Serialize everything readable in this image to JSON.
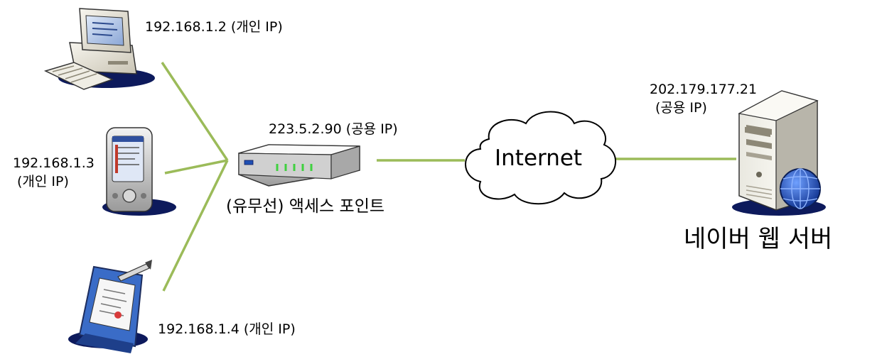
{
  "labels": {
    "pc_ip": "192.168.1.2 (개인 IP)",
    "pda_ip_line1": "192.168.1.3",
    "pda_ip_line2": "(개인 IP)",
    "tablet_ip": "192.168.1.4 (개인 IP)",
    "ap_ip": "223.5.2.90 (공용 IP)",
    "ap_name": "(유무선) 액세스 포인트",
    "internet": "Internet",
    "server_ip_line1": "202.179.177.21",
    "server_ip_line2": "(공용 IP)",
    "server_name": "네이버 웹 서버"
  },
  "colors": {
    "link": "#9bbb59",
    "ap_led": "#3fd13f",
    "globe": "#1f4fb3"
  },
  "icons": [
    "desktop-pc-icon",
    "pda-icon",
    "tablet-pc-icon",
    "access-point-icon",
    "internet-cloud-icon",
    "web-server-icon"
  ]
}
